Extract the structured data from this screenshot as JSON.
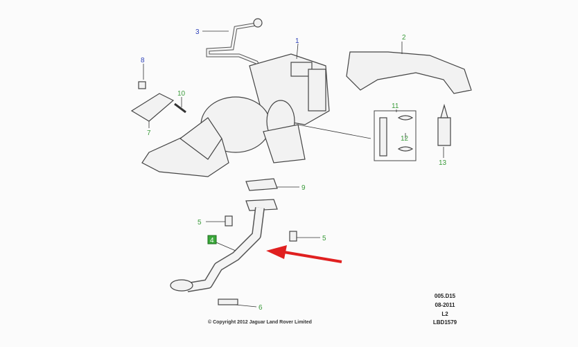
{
  "callouts": [
    {
      "id": "1",
      "color": "blue"
    },
    {
      "id": "2",
      "color": "green"
    },
    {
      "id": "3",
      "color": "blue"
    },
    {
      "id": "4",
      "color": "highlight"
    },
    {
      "id": "5",
      "color": "green"
    },
    {
      "id": "5",
      "color": "green"
    },
    {
      "id": "6",
      "color": "green"
    },
    {
      "id": "7",
      "color": "green"
    },
    {
      "id": "8",
      "color": "blue"
    },
    {
      "id": "9",
      "color": "green"
    },
    {
      "id": "10",
      "color": "green"
    },
    {
      "id": "11",
      "color": "green"
    },
    {
      "id": "12",
      "color": "green"
    },
    {
      "id": "13",
      "color": "green"
    }
  ],
  "info_block": [
    "005.D15",
    "08-2011",
    "L2",
    "LBD1579"
  ],
  "copyright": "© Copyright 2012 Jaguar Land Rover Limited",
  "colors": {
    "callout_blue": "#2b3fb8",
    "callout_green": "#3a9a3a",
    "highlight_box": "#3aa83a",
    "arrow": "#e02020"
  }
}
